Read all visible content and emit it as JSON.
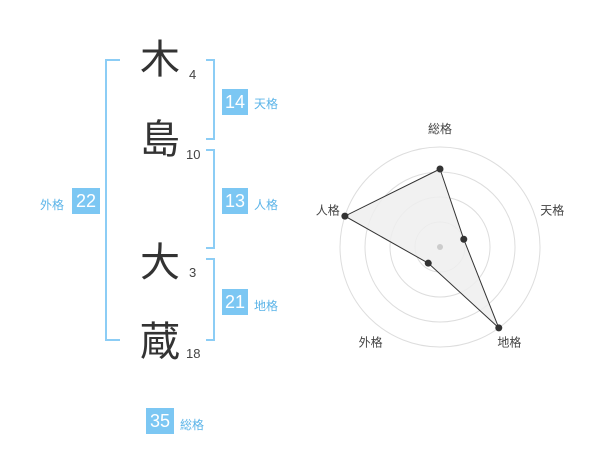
{
  "name": {
    "chars": [
      {
        "char": "木",
        "strokes": "4"
      },
      {
        "char": "島",
        "strokes": "10"
      },
      {
        "char": "大",
        "strokes": "3"
      },
      {
        "char": "蔵",
        "strokes": "18"
      }
    ]
  },
  "scores": {
    "tenkaku": {
      "value": "14",
      "label": "天格"
    },
    "jinkaku": {
      "value": "13",
      "label": "人格"
    },
    "chikaku": {
      "value": "21",
      "label": "地格"
    },
    "gaikaku": {
      "value": "22",
      "label": "外格"
    },
    "soukaku": {
      "value": "35",
      "label": "総格"
    }
  },
  "radar": {
    "axes": [
      "総格",
      "天格",
      "地格",
      "外格",
      "人格"
    ],
    "values": [
      0.78,
      0.25,
      1.0,
      0.2,
      1.0
    ],
    "rings": 4,
    "colors": {
      "fill": "#efefef",
      "stroke": "#333333",
      "grid": "#dddddd",
      "point": "#333333"
    }
  },
  "colors": {
    "accent": "#7cc7f3",
    "label": "#5bb4e8",
    "bracket": "#8ccdf5"
  }
}
